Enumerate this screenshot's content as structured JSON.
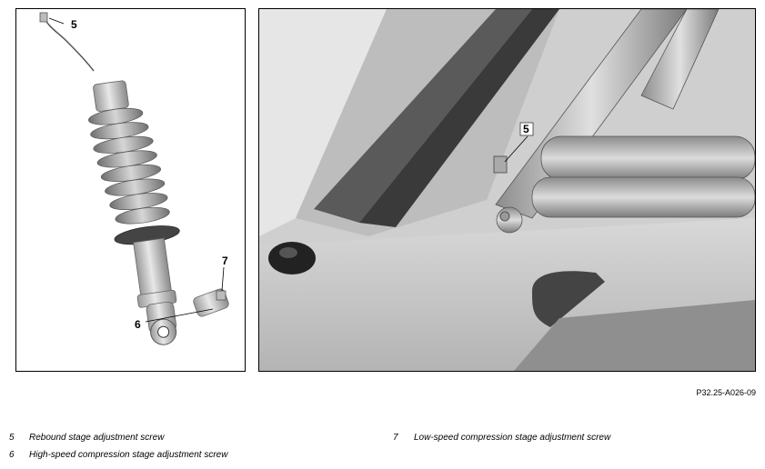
{
  "callouts": {
    "left_5": "5",
    "left_6": "6",
    "left_7": "7",
    "right_5": "5"
  },
  "reference_code": "P32.25-A026-09",
  "legend": [
    {
      "num": "5",
      "text": "Rebound stage adjustment screw"
    },
    {
      "num": "6",
      "text": "High-speed compression stage adjustment screw"
    },
    {
      "num": "7",
      "text": "Low-speed compression stage adjustment screw"
    }
  ]
}
